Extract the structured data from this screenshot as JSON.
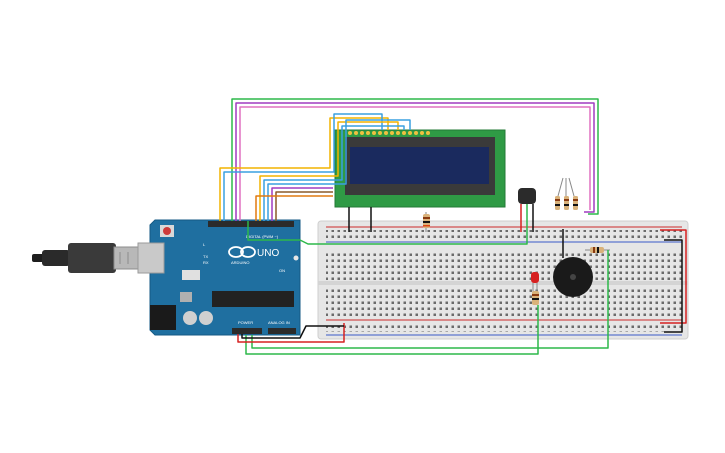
{
  "board": {
    "brand_text": "UNO",
    "logo_text": "ARDUINO",
    "digital_label": "DIGITAL (PWM ~)",
    "power_label": "POWER",
    "analog_label": "ANALOG IN",
    "led_labels": [
      "L",
      "TX",
      "RX",
      "ON"
    ],
    "color_board": "#1f6fa0",
    "color_header": "#2b2b2b"
  },
  "components": {
    "lcd": {
      "name": "16x2 LCD",
      "screen_color": "#1a2a5e",
      "pcb_color": "#2f9a45"
    },
    "sensor": "temperature-sensor-icon",
    "rgb_led": "rgb-led-icon",
    "red_led": "red-led-icon",
    "buzzer": "piezo-buzzer-icon",
    "breadboard_color": "#e6e6e6"
  },
  "wires": {
    "green": "#2db84a",
    "red": "#d62020",
    "black": "#111111",
    "yellow": "#f2b400",
    "blue": "#3aa0e0",
    "purple": "#a03cc0",
    "brown": "#8a5a2a",
    "orange": "#e07a10"
  }
}
